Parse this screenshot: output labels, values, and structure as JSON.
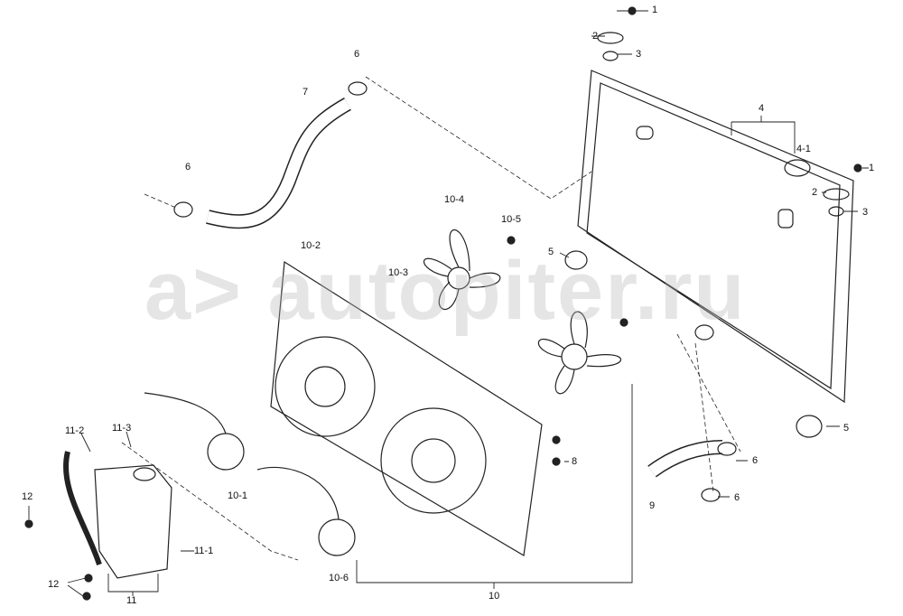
{
  "watermark": "a> autopiter.ru",
  "colors": {
    "line": "#222222",
    "watermark": "#b4b4b4"
  },
  "labels": [
    {
      "id": "1a",
      "text": "1"
    },
    {
      "id": "2a",
      "text": "2"
    },
    {
      "id": "3a",
      "text": "3"
    },
    {
      "id": "6a",
      "text": "6"
    },
    {
      "id": "7",
      "text": "7"
    },
    {
      "id": "4",
      "text": "4"
    },
    {
      "id": "4-1",
      "text": "4-1"
    },
    {
      "id": "1b",
      "text": "1"
    },
    {
      "id": "2b",
      "text": "2"
    },
    {
      "id": "3b",
      "text": "3"
    },
    {
      "id": "6b",
      "text": "6"
    },
    {
      "id": "10-4",
      "text": "10-4"
    },
    {
      "id": "10-5",
      "text": "10-5"
    },
    {
      "id": "10-2",
      "text": "10-2"
    },
    {
      "id": "10-3",
      "text": "10-3"
    },
    {
      "id": "5a",
      "text": "5"
    },
    {
      "id": "5b",
      "text": "5"
    },
    {
      "id": "6c",
      "text": "6"
    },
    {
      "id": "6d",
      "text": "6"
    },
    {
      "id": "8",
      "text": "8"
    },
    {
      "id": "9",
      "text": "9"
    },
    {
      "id": "10-1",
      "text": "10-1"
    },
    {
      "id": "10-6",
      "text": "10-6"
    },
    {
      "id": "10",
      "text": "10"
    },
    {
      "id": "11-2",
      "text": "11-2"
    },
    {
      "id": "11-3",
      "text": "11-3"
    },
    {
      "id": "12a",
      "text": "12"
    },
    {
      "id": "11-1",
      "text": "11-1"
    },
    {
      "id": "12b",
      "text": "12"
    },
    {
      "id": "11",
      "text": "11"
    }
  ]
}
